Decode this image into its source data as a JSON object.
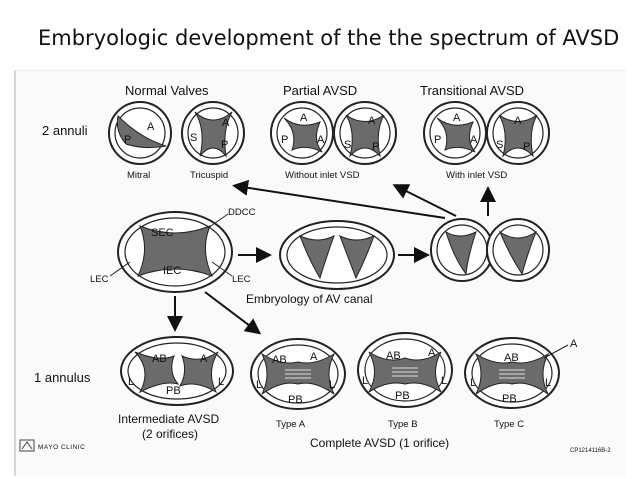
{
  "slide": {
    "title": "Embryologic development of the the spectrum of AVSD"
  },
  "figure": {
    "headers": {
      "normal": "Normal Valves",
      "partial": "Partial AVSD",
      "transitional": "Transitional AVSD"
    },
    "row_labels": {
      "two_annuli": "2 annuli",
      "one_annulus": "1 annulus"
    },
    "captions": {
      "mitral": "Mitral",
      "tricuspid": "Tricuspid",
      "without_inlet": "Without inlet VSD",
      "with_inlet": "With inlet VSD",
      "embryology": "Embryology of AV canal",
      "intermediate": "Intermediate AVSD",
      "intermediate_sub": "(2 orifices)",
      "type_a": "Type A",
      "type_b": "Type B",
      "type_c": "Type C",
      "complete": "Complete AVSD (1 orifice)"
    },
    "leaflet_letters": {
      "A": "A",
      "P": "P",
      "S": "S",
      "L": "L",
      "AB": "AB",
      "PB": "PB"
    },
    "cushion_labels": {
      "sec": "SEC",
      "iec": "IEC",
      "lec": "LEC",
      "ddcc": "DDCC"
    },
    "footer": {
      "logo_text": "MAYO CLINIC",
      "code": "CP1214116B-2"
    }
  }
}
